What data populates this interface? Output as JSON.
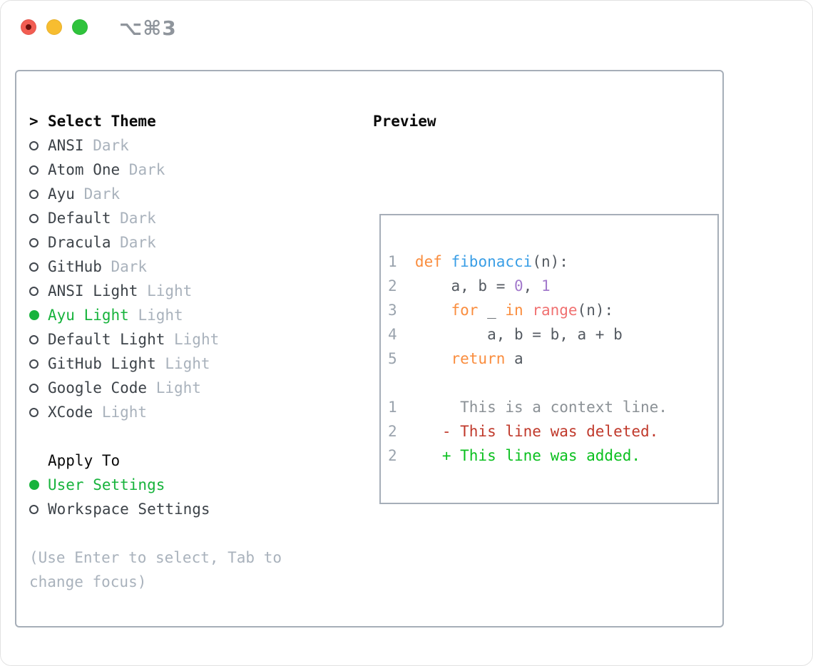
{
  "titlebar": {
    "shortcut": "⌥⌘3"
  },
  "colors": {
    "accent_green": "#17b33c",
    "kw": "#fa8d3e",
    "fn": "#399ee6",
    "call": "#f07171",
    "num": "#a37acc",
    "plain": "#545a61",
    "lineno": "#9aa3ad",
    "ctx": "#8b9196",
    "del": "#c0392b",
    "add": "#0bc01f",
    "item_text": "#3d4349",
    "muted": "#a9b2bc"
  },
  "theme_list": {
    "prompt": ">",
    "header": "Select Theme",
    "items": [
      {
        "name": "ANSI",
        "badge": "Dark",
        "selected": false
      },
      {
        "name": "Atom One",
        "badge": "Dark",
        "selected": false
      },
      {
        "name": "Ayu",
        "badge": "Dark",
        "selected": false
      },
      {
        "name": "Default",
        "badge": "Dark",
        "selected": false
      },
      {
        "name": "Dracula",
        "badge": "Dark",
        "selected": false
      },
      {
        "name": "GitHub",
        "badge": "Dark",
        "selected": false
      },
      {
        "name": "ANSI Light",
        "badge": "Light",
        "selected": false
      },
      {
        "name": "Ayu Light",
        "badge": "Light",
        "selected": true
      },
      {
        "name": "Default Light",
        "badge": "Light",
        "selected": false
      },
      {
        "name": "GitHub Light",
        "badge": "Light",
        "selected": false
      },
      {
        "name": "Google Code",
        "badge": "Light",
        "selected": false
      },
      {
        "name": "XCode",
        "badge": "Light",
        "selected": false
      }
    ]
  },
  "apply_to": {
    "header": "Apply To",
    "items": [
      {
        "label": "User Settings",
        "selected": true
      },
      {
        "label": "Workspace Settings",
        "selected": false
      }
    ]
  },
  "help_lines": [
    "(Use Enter to select, Tab to",
    "change focus)"
  ],
  "preview": {
    "title": "Preview",
    "lines": [
      {
        "no": "1",
        "tokens": [
          [
            "def",
            "kw"
          ],
          [
            " ",
            "plain"
          ],
          [
            "fibonacci",
            "fn"
          ],
          [
            "(n):",
            "plain"
          ]
        ]
      },
      {
        "no": "2",
        "tokens": [
          [
            "    a, b = ",
            "plain"
          ],
          [
            "0",
            "num"
          ],
          [
            ", ",
            "plain"
          ],
          [
            "1",
            "num"
          ]
        ]
      },
      {
        "no": "3",
        "tokens": [
          [
            "    ",
            "plain"
          ],
          [
            "for",
            "kw"
          ],
          [
            " _ ",
            "plain"
          ],
          [
            "in",
            "kw"
          ],
          [
            " ",
            "plain"
          ],
          [
            "range",
            "call"
          ],
          [
            "(n):",
            "plain"
          ]
        ]
      },
      {
        "no": "4",
        "tokens": [
          [
            "        a, b = b, a + b",
            "plain"
          ]
        ]
      },
      {
        "no": "5",
        "tokens": [
          [
            "    ",
            "plain"
          ],
          [
            "return",
            "kw"
          ],
          [
            " a",
            "plain"
          ]
        ]
      },
      {
        "no": "",
        "tokens": []
      },
      {
        "no": "1",
        "tokens": [
          [
            "     This is a context line.",
            "ctx"
          ]
        ]
      },
      {
        "no": "2",
        "tokens": [
          [
            "   - This line was deleted.",
            "del"
          ]
        ]
      },
      {
        "no": "2",
        "tokens": [
          [
            "   + This line was added.",
            "add"
          ]
        ]
      }
    ]
  }
}
